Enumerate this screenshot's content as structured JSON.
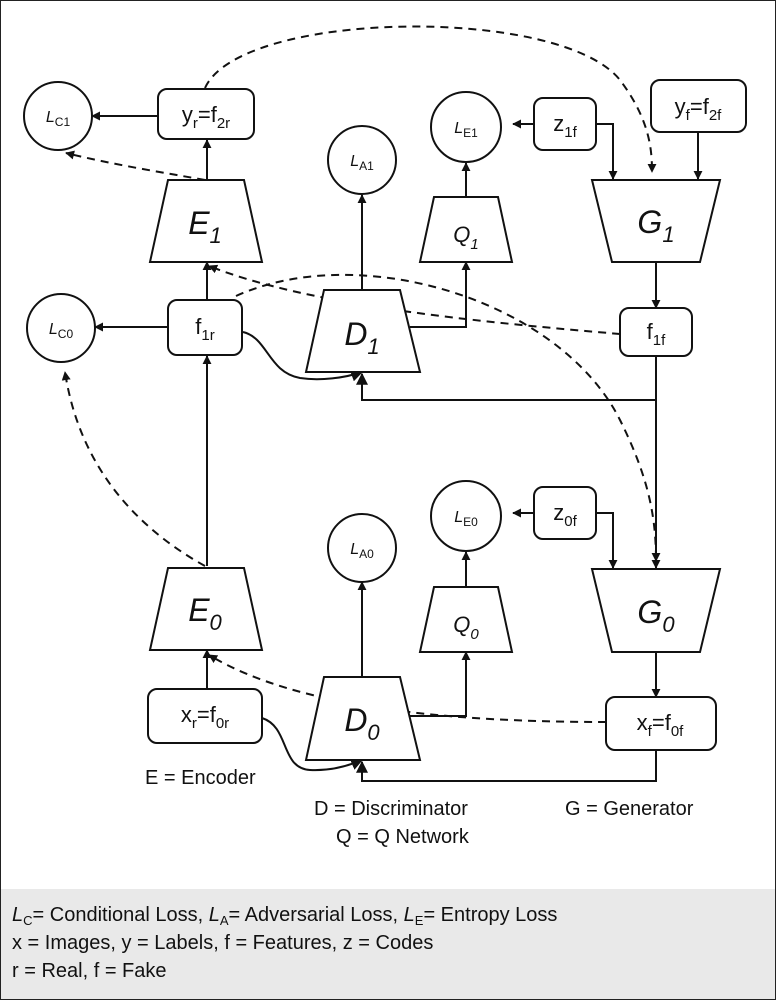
{
  "nodes": {
    "loss_c1": {
      "main": "L",
      "sub": "C1"
    },
    "loss_a1": {
      "main": "L",
      "sub": "A1"
    },
    "loss_e1": {
      "main": "L",
      "sub": "E1"
    },
    "loss_c0": {
      "main": "L",
      "sub": "C0"
    },
    "loss_a0": {
      "main": "L",
      "sub": "A0"
    },
    "loss_e0": {
      "main": "L",
      "sub": "E0"
    },
    "yr": {
      "a": "y",
      "a_sub": "r",
      "b": "=f",
      "b_sub": "2r"
    },
    "yf": {
      "a": "y",
      "a_sub": "f",
      "b": "=f",
      "b_sub": "2f"
    },
    "z1f": {
      "a": "z",
      "a_sub": "1f"
    },
    "z0f": {
      "a": "z",
      "a_sub": "0f"
    },
    "f1r": {
      "a": "f",
      "a_sub": "1r"
    },
    "f1f": {
      "a": "f",
      "a_sub": "1f"
    },
    "xr": {
      "a": "x",
      "a_sub": "r",
      "b": "=f",
      "b_sub": "0r"
    },
    "xf": {
      "a": "x",
      "a_sub": "f",
      "b": "=f",
      "b_sub": "0f"
    },
    "E1": {
      "main": "E",
      "sub": "1"
    },
    "E0": {
      "main": "E",
      "sub": "0"
    },
    "D1": {
      "main": "D",
      "sub": "1"
    },
    "D0": {
      "main": "D",
      "sub": "0"
    },
    "Q1": {
      "main": "Q",
      "sub": "1"
    },
    "Q0": {
      "main": "Q",
      "sub": "0"
    },
    "G1": {
      "main": "G",
      "sub": "1"
    },
    "G0": {
      "main": "G",
      "sub": "0"
    }
  },
  "key_labels": {
    "encoder": "E = Encoder",
    "discriminator": "D = Discriminator",
    "qnetwork": "Q = Q Network",
    "generator": "G = Generator"
  },
  "legend": {
    "line1": {
      "lc": "L",
      "lc_sub": "C",
      "lc_text": "= Conditional Loss, ",
      "la": "L",
      "la_sub": "A",
      "la_text": "= Adversarial Loss, ",
      "le": "L",
      "le_sub": "E",
      "le_text": "= Entropy Loss"
    },
    "line2": "x = Images, y = Labels, f = Features, z = Codes",
    "line3": "r = Real, f = Fake"
  }
}
